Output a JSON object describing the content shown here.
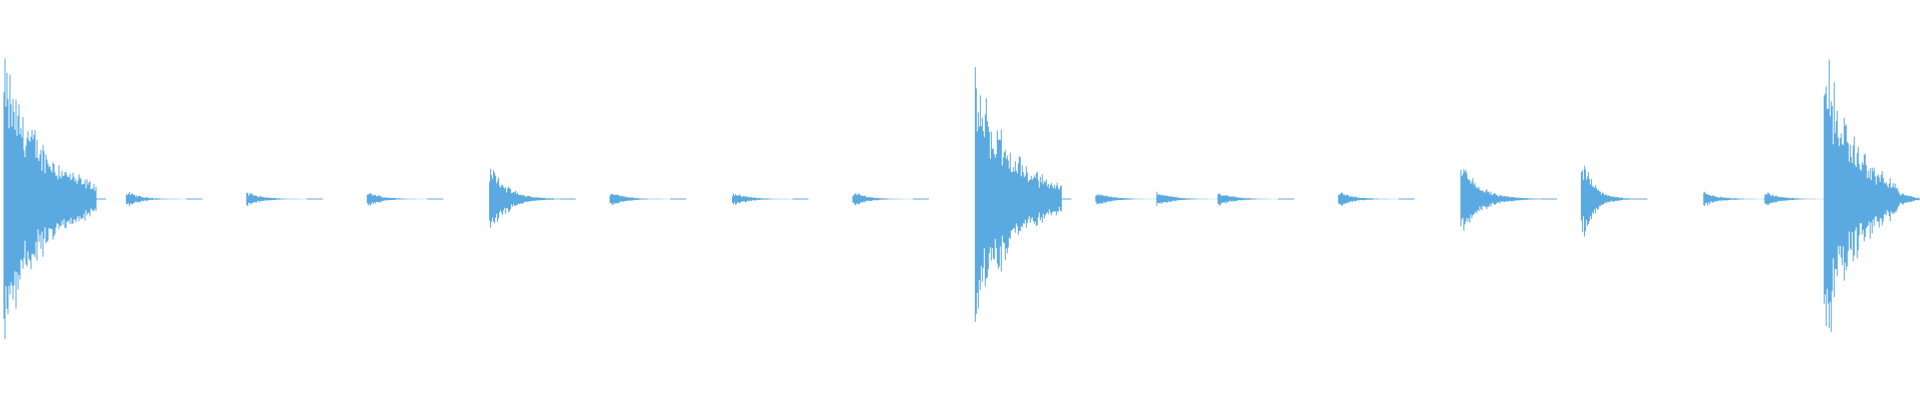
{
  "waveform": {
    "color": "#5aa9e0",
    "background": "#ffffff",
    "events": [
      {
        "time": 0.0,
        "amplitude": 0.84,
        "decay": 0.03,
        "tail": 0.0
      },
      {
        "time": 0.064,
        "amplitude": 0.05,
        "decay": 0.012,
        "tail": 0.0
      },
      {
        "time": 0.127,
        "amplitude": 0.05,
        "decay": 0.012,
        "tail": 0.0
      },
      {
        "time": 0.19,
        "amplitude": 0.05,
        "decay": 0.012,
        "tail": 0.0
      },
      {
        "time": 0.254,
        "amplitude": 0.24,
        "decay": 0.014,
        "tail": 0.0
      },
      {
        "time": 0.317,
        "amplitude": 0.05,
        "decay": 0.012,
        "tail": 0.0
      },
      {
        "time": 0.381,
        "amplitude": 0.05,
        "decay": 0.012,
        "tail": 0.0
      },
      {
        "time": 0.444,
        "amplitude": 0.05,
        "decay": 0.012,
        "tail": 0.0
      },
      {
        "time": 0.508,
        "amplitude": 0.76,
        "decay": 0.028,
        "tail": 0.0
      },
      {
        "time": 0.571,
        "amplitude": 0.05,
        "decay": 0.012,
        "tail": 0.0
      },
      {
        "time": 0.603,
        "amplitude": 0.05,
        "decay": 0.012,
        "tail": 0.0
      },
      {
        "time": 0.635,
        "amplitude": 0.05,
        "decay": 0.012,
        "tail": 0.0
      },
      {
        "time": 0.698,
        "amplitude": 0.05,
        "decay": 0.012,
        "tail": 0.0
      },
      {
        "time": 0.762,
        "amplitude": 0.24,
        "decay": 0.016,
        "tail": 0.0
      },
      {
        "time": 0.825,
        "amplitude": 0.3,
        "decay": 0.01,
        "tail": 0.0
      },
      {
        "time": 0.889,
        "amplitude": 0.05,
        "decay": 0.012,
        "tail": 0.0
      },
      {
        "time": 0.921,
        "amplitude": 0.05,
        "decay": 0.012,
        "tail": 0.0
      },
      {
        "time": 0.952,
        "amplitude": 0.88,
        "decay": 0.024,
        "tail": 0.1
      }
    ]
  }
}
